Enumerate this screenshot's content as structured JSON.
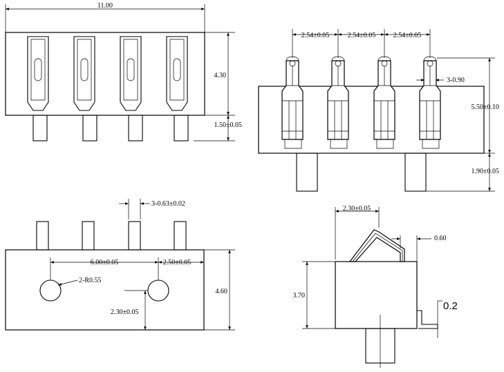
{
  "views": {
    "front": {
      "width": "11.00",
      "height": "4.30",
      "pin_length": "1.50±0.05"
    },
    "top": {
      "pitch_1": "2.54±0.05",
      "pitch_2": "2.54±0.05",
      "pitch_3": "2.54±0.05",
      "tip_width": "3-0.90",
      "body_height": "5.50±0.10",
      "post_length": "1.90±0.05"
    },
    "bottom": {
      "pin_width": "3-0.63±0.02",
      "post_spacing": "6.00±0.05",
      "post_offset": "2.50±0.05",
      "post_radius": "2-R0.55",
      "post_height": "2.30±0.05",
      "body_height": "4.60"
    },
    "side": {
      "contact_offset": "2.30±0.05",
      "contact_thickness": "0.60",
      "body_height": "3.70",
      "terminal_thickness": "0.2"
    }
  }
}
